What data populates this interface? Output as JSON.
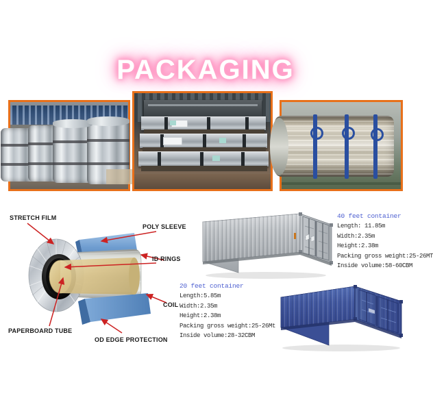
{
  "page": {
    "title": "PACKAGING",
    "title_color": "#ffffff",
    "title_glow_color": "#ff85b8",
    "background_color": "#ffffff"
  },
  "photos": {
    "border_color": "#e8701a",
    "items": [
      {
        "name": "steel-coils-warehouse",
        "caption": "Steel coils stored upright in warehouse with blue racking"
      },
      {
        "name": "steel-sheet-bundles",
        "caption": "Stacked steel sheet bundles with black steel straps inside container"
      },
      {
        "name": "steel-coil-blue-strapping",
        "caption": "Wrapped steel coil secured with blue steel strapping"
      }
    ]
  },
  "diagram": {
    "name": "coil-packaging-cutaway",
    "arrow_color": "#cc2222",
    "labels": [
      {
        "id": "stretch-film",
        "text": "STRETCH FILM"
      },
      {
        "id": "poly-sleeve",
        "text": "POLY SLEEVE"
      },
      {
        "id": "id-rings",
        "text": "ID RINGS"
      },
      {
        "id": "coil",
        "text": "COIL"
      },
      {
        "id": "paperboard-tube",
        "text": "PAPERBOARD TUBE"
      },
      {
        "id": "od-edge-protection",
        "text": "OD EDGE PROTECTION"
      }
    ]
  },
  "containers": [
    {
      "id": "container-40ft",
      "title": "40 feet container",
      "title_color": "#4d5fd0",
      "color": "#b9bdc1",
      "specs": [
        "Length: 11.85m",
        "Width:2.35m",
        "Height:2.38m",
        "Packing gross weight:25-26MT",
        "Inside volume:58-60CBM"
      ]
    },
    {
      "id": "container-20ft",
      "title": "20 feet container",
      "title_color": "#4d5fd0",
      "color": "#3f53a0",
      "specs": [
        "Length:5.85m",
        "Width:2.35m",
        "Height:2.38m",
        "Packing gross weight:25-26Mt",
        "Inside volume:28-32CBM"
      ]
    }
  ]
}
